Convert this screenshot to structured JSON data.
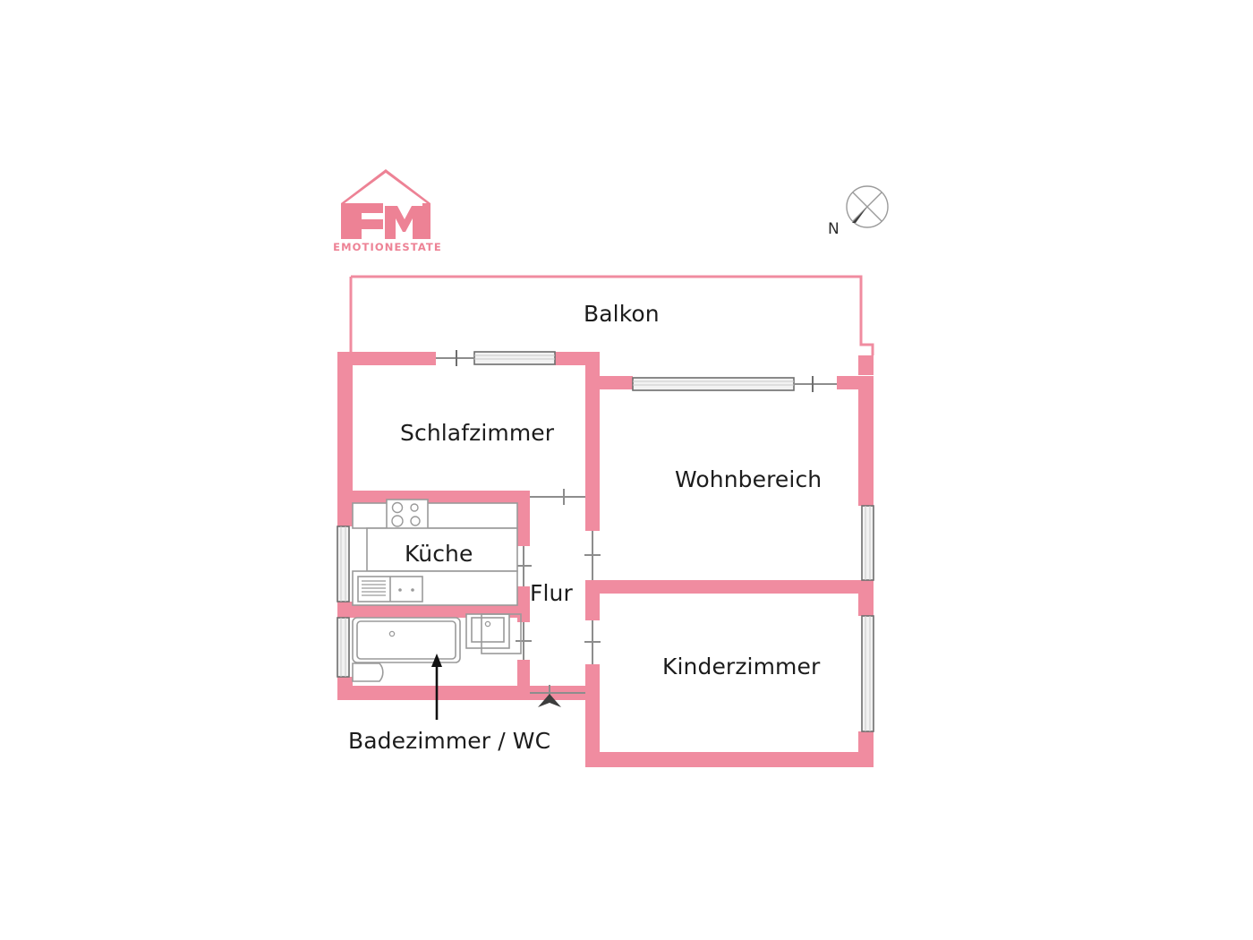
{
  "brand": {
    "logo_icon": "house-em-logo-icon",
    "wordmark": "EMOTIONESTATE",
    "logo_color": "#ed8295"
  },
  "compass": {
    "icon": "compass-north-icon",
    "north_label": "N",
    "color": "#4a4a4a"
  },
  "plan": {
    "wall_color": "#f08ca0",
    "fixture_line_color": "#9a9a9a",
    "window_fill": "#f2f2f2",
    "rooms": [
      {
        "id": "balkon",
        "label": "Balkon",
        "type": "outdoor"
      },
      {
        "id": "schlafzimmer",
        "label": "Schlafzimmer",
        "type": "bedroom"
      },
      {
        "id": "wohnbereich",
        "label": "Wohnbereich",
        "type": "living"
      },
      {
        "id": "kueche",
        "label": "Küche",
        "type": "kitchen"
      },
      {
        "id": "flur",
        "label": "Flur",
        "type": "hallway"
      },
      {
        "id": "kinderzimmer",
        "label": "Kinderzimmer",
        "type": "bedroom"
      },
      {
        "id": "badezimmer",
        "label": "Badezimmer / WC",
        "type": "bathroom",
        "callout": true
      }
    ],
    "fixtures": {
      "stove": "stove-4-burner-icon",
      "sink_kitchen": "kitchen-sink-icon",
      "bathtub": "bathtub-icon",
      "toilet": "toilet-icon",
      "sink_bath": "bathroom-sink-icon",
      "shower": "shower-tray-icon"
    },
    "entrance": {
      "marker": "entrance-door-arrow-icon"
    },
    "windows_count": 6,
    "doors_count": 5
  }
}
